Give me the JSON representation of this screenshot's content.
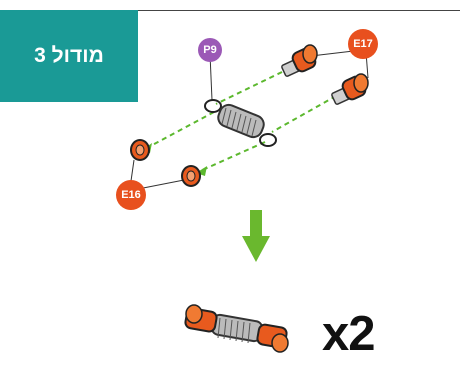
{
  "module": {
    "label": "מודול 3",
    "color": "#1a9a96"
  },
  "parts": {
    "spring_code": "P9",
    "screw_code": "E17",
    "nut_code": "E16",
    "spring_code_color": "#9b59b6",
    "part_code_color": "#e8501e"
  },
  "arrow_icon": "down-arrow-icon",
  "arrow_color": "#6ab82e",
  "quantity": "x2"
}
